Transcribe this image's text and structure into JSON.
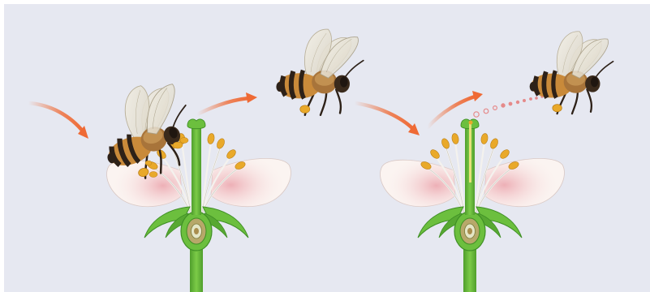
{
  "diagram": {
    "labels": [],
    "colors": {
      "background": "#e6e8f1",
      "arrow": "#ef6a35",
      "stem": "#6cbf3e",
      "stem_dark": "#3f8f25",
      "petal": "#fbf4f1",
      "petal_blush": "#ea9fa8",
      "anther": "#e9a92a",
      "filament": "#f4f2ee",
      "pollen_trail": "#e58a8a",
      "bee_body": "#c98a3a",
      "bee_stripe": "#2d2118",
      "bee_wing": "#e8e4d8"
    },
    "elements": [
      {
        "id": "flower-1",
        "kind": "flower",
        "has_pollen_tube": false
      },
      {
        "id": "flower-2",
        "kind": "flower",
        "has_pollen_tube": true
      },
      {
        "id": "bee-1",
        "kind": "bee",
        "pose": "landed-collecting"
      },
      {
        "id": "bee-2",
        "kind": "bee",
        "pose": "flying"
      },
      {
        "id": "bee-3",
        "kind": "bee",
        "pose": "flying-dropping-pollen"
      },
      {
        "id": "arrow-1",
        "kind": "arrow",
        "from": "left",
        "to": "bee-1"
      },
      {
        "id": "arrow-2",
        "kind": "arrow",
        "from": "flower-1",
        "to": "bee-2"
      },
      {
        "id": "arrow-3",
        "kind": "arrow",
        "from": "bee-2",
        "to": "flower-2"
      },
      {
        "id": "arrow-4",
        "kind": "arrow",
        "from": "flower-2",
        "to": "bee-3"
      }
    ]
  }
}
